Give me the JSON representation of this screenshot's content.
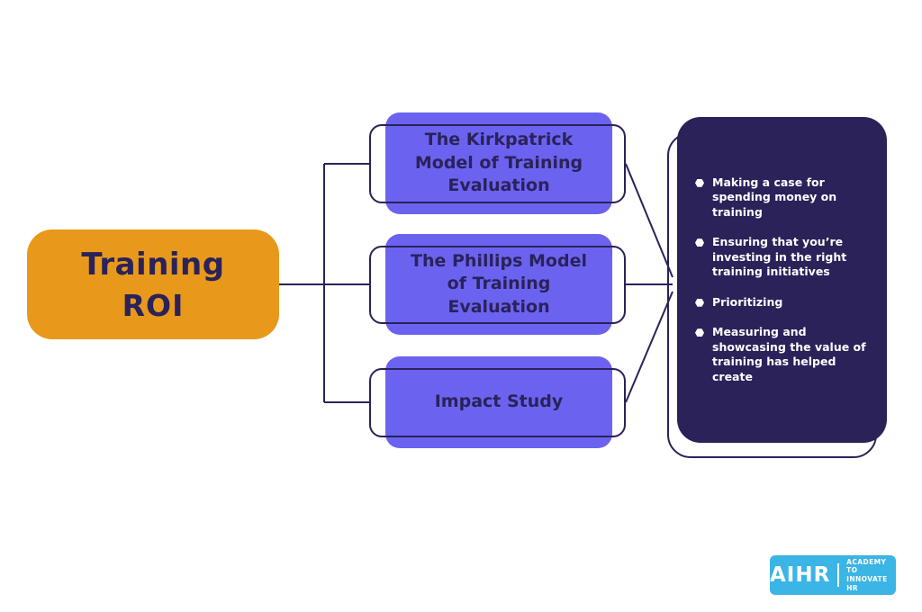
{
  "root": {
    "title_line1": "Training",
    "title_line2": "ROI"
  },
  "branches": [
    "The Kirkpatrick Model of Training Evaluation",
    "The Phillips Model of Training Evaluation",
    "Impact Study"
  ],
  "outcomes": {
    "items": [
      "Making a case for spending money on training",
      "Ensuring that you’re investing in the right training initiatives",
      "Prioritizing",
      "Measuring and showcasing the value of training has helped create"
    ]
  },
  "logo": {
    "brand": "AIHR",
    "tagline_line1": "ACADEMY TO",
    "tagline_line2": "INNOVATE HR"
  },
  "colors": {
    "root_box": "#E8991B",
    "branch_box": "#6B63EF",
    "outcome_box": "#2A2259",
    "connector": "#2A2259",
    "logo": "#3BB4E6",
    "text_dark": "#2A2259",
    "text_light": "#FFFFFF"
  }
}
